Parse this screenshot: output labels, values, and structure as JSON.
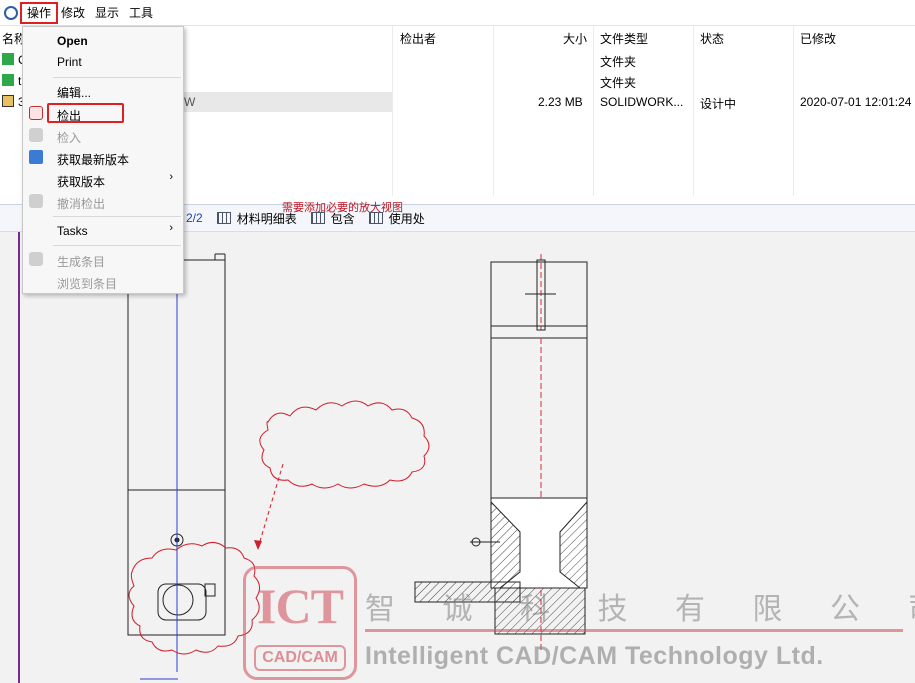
{
  "menubar": {
    "items": [
      "操作",
      "修改",
      "显示",
      "工具"
    ]
  },
  "list": {
    "headers": {
      "name": "名称",
      "checked_out_by": "检出者",
      "size": "大小",
      "file_type": "文件类型",
      "status": "状态",
      "modified": "已修改"
    },
    "rows": [
      {
        "name": "C",
        "file_type": "文件夹"
      },
      {
        "name": "t",
        "file_type": "文件夹"
      },
      {
        "name": "3",
        "name_tail": "W",
        "size": "2.23 MB",
        "file_type": "SOLIDWORK...",
        "status": "设计中",
        "modified": "2020-07-01 12:01:24"
      }
    ]
  },
  "preview_toolbar": {
    "pager": "2/2",
    "bom": "材料明细表",
    "contains": "包含",
    "where_used": "使用处"
  },
  "menu": {
    "open": "Open",
    "print": "Print",
    "edit": "编辑...",
    "check_out": "检出",
    "check_in": "检入",
    "get_latest": "获取最新版本",
    "get_version": "获取版本",
    "undo_checkout": "撤消检出",
    "tasks": "Tasks",
    "create_item": "生成条目",
    "browse_item": "浏览到条目",
    "submenu_arrow": "›"
  },
  "callout": {
    "text": "需要添加必要的放大视图"
  },
  "watermark": {
    "logo_top": "ICT",
    "logo_bottom": "CAD/CAM",
    "cn": "智 诚 科 技 有 限 公 司",
    "en": "Intelligent CAD/CAM Technology Ltd."
  },
  "colors": {
    "highlight_red": "#e02020",
    "accent_blue": "#1a47a0",
    "callout_red": "#c0151f"
  }
}
